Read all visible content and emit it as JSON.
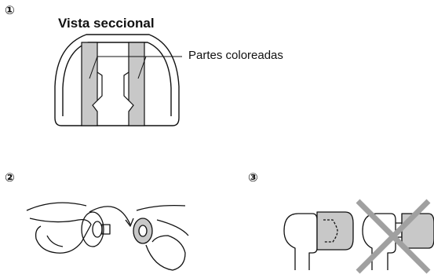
{
  "steps": [
    "①",
    "②",
    "③"
  ],
  "figure1": {
    "title": "Vista seccional",
    "callout": "Partes coloreadas"
  },
  "colors": {
    "line": "#111111",
    "fill_gray": "#c8c8c8",
    "cross": "#a0a0a0"
  }
}
